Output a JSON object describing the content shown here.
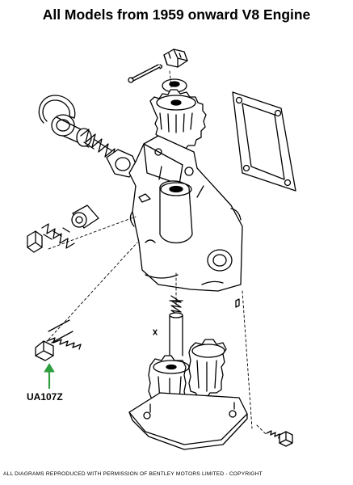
{
  "title": "All Models from 1959 onward V8 Engine",
  "part_label": "UA107Z",
  "footer": "ALL DIAGRAMS REPRODUCED WITH PERMISSION OF BENTLEY MOTORS LIMITED - COPYRIGHT",
  "colors": {
    "ink": "#000000",
    "background": "#ffffff",
    "arrow": "#2e9e3e"
  },
  "icons": {
    "pointer": "green-arrow-icon"
  }
}
